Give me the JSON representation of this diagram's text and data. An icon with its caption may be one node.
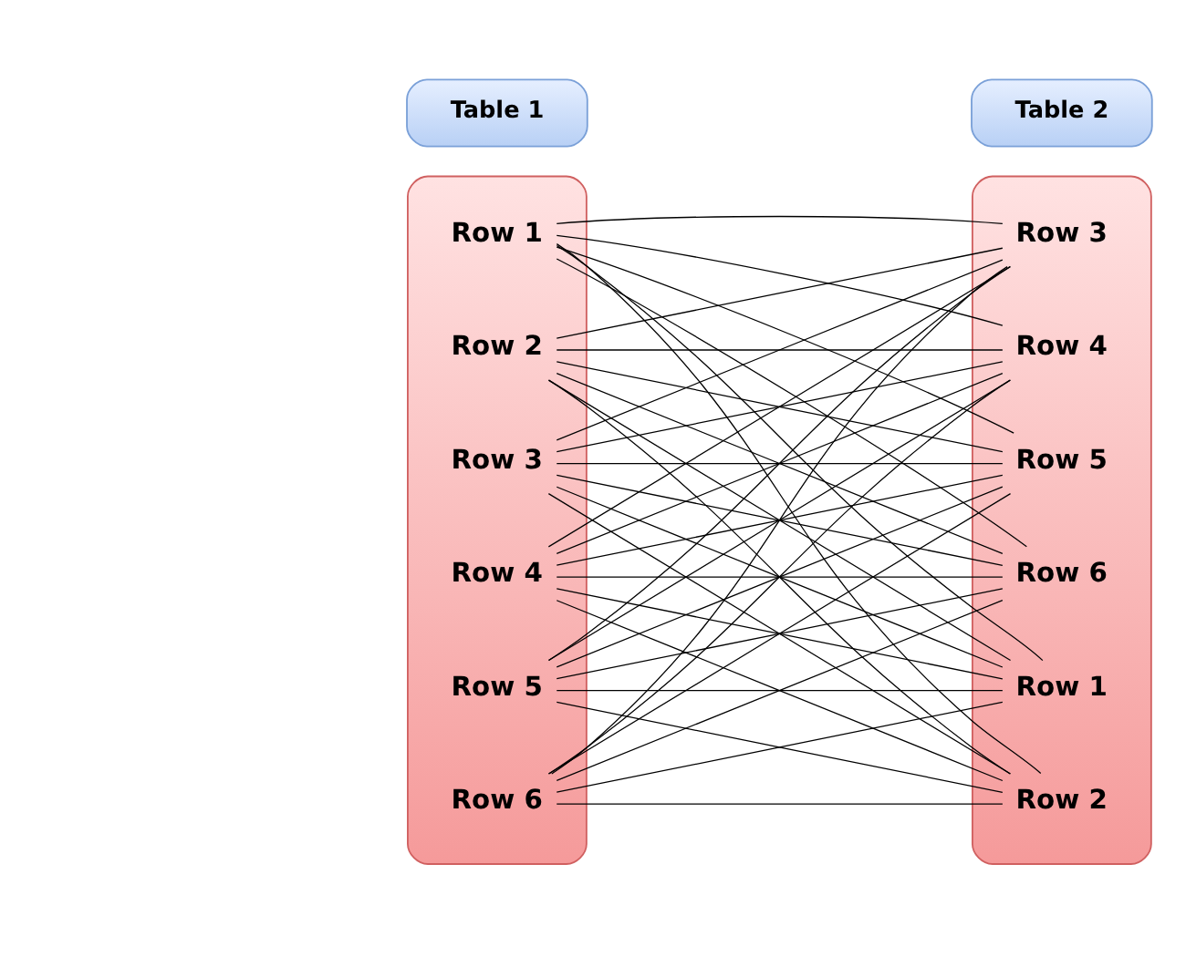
{
  "diagram": {
    "nodes": [
      {
        "text": [
          "Table 1"
        ]
      },
      {
        "text": [],
        "shape": "box"
      },
      {
        "text": [
          "Row 1"
        ],
        "in": 1
      },
      {
        "text": [
          "Row 2"
        ],
        "in": 1
      },
      {
        "text": [
          "Row 3"
        ],
        "in": 1
      },
      {
        "text": [
          "Row 4"
        ],
        "in": 1
      },
      {
        "text": [
          "Row 5"
        ],
        "in": 1
      },
      {
        "text": [
          "Row 6"
        ],
        "in": 1
      },
      {
        "text": [
          "Table 2"
        ]
      },
      {
        "text": [],
        "shape": "box"
      },
      {
        "text": [
          "Row 1"
        ],
        "in": 9
      },
      {
        "text": [
          "Row 2"
        ],
        "in": 9
      },
      {
        "text": [
          "Row 3"
        ],
        "in": 9
      },
      {
        "text": [
          "Row 4"
        ],
        "in": 9
      },
      {
        "text": [
          "Row 5"
        ],
        "in": 9
      },
      {
        "text": [
          "Row 6"
        ],
        "in": 9
      }
    ],
    "edges": [
      {
        "from": 2,
        "to": 10,
        "arrow": "none"
      },
      {
        "from": 2,
        "to": 11,
        "arrow": "none"
      },
      {
        "from": 2,
        "to": 12,
        "arrow": "none"
      },
      {
        "from": 2,
        "to": 13,
        "arrow": "none"
      },
      {
        "from": 2,
        "to": 14,
        "arrow": "none"
      },
      {
        "from": 2,
        "to": 15,
        "arrow": "none"
      },
      {
        "from": 3,
        "to": 10,
        "arrow": "none"
      },
      {
        "from": 3,
        "to": 11,
        "arrow": "none"
      },
      {
        "from": 3,
        "to": 12,
        "arrow": "none"
      },
      {
        "from": 3,
        "to": 13,
        "arrow": "none"
      },
      {
        "from": 3,
        "to": 14,
        "arrow": "none"
      },
      {
        "from": 3,
        "to": 15,
        "arrow": "none"
      },
      {
        "from": 4,
        "to": 10,
        "arrow": "none"
      },
      {
        "from": 4,
        "to": 11,
        "arrow": "none"
      },
      {
        "from": 4,
        "to": 12,
        "arrow": "none"
      },
      {
        "from": 4,
        "to": 13,
        "arrow": "none"
      },
      {
        "from": 4,
        "to": 14,
        "arrow": "none"
      },
      {
        "from": 4,
        "to": 15,
        "arrow": "none"
      },
      {
        "from": 5,
        "to": 10,
        "arrow": "none"
      },
      {
        "from": 5,
        "to": 11,
        "arrow": "none"
      },
      {
        "from": 5,
        "to": 12,
        "arrow": "none"
      },
      {
        "from": 5,
        "to": 13,
        "arrow": "none"
      },
      {
        "from": 5,
        "to": 14,
        "arrow": "none"
      },
      {
        "from": 5,
        "to": 15,
        "arrow": "none"
      },
      {
        "from": 6,
        "to": 10,
        "arrow": "none"
      },
      {
        "from": 6,
        "to": 11,
        "arrow": "none"
      },
      {
        "from": 6,
        "to": 12,
        "arrow": "none"
      },
      {
        "from": 6,
        "to": 13,
        "arrow": "none"
      },
      {
        "from": 6,
        "to": 14,
        "arrow": "none"
      },
      {
        "from": 6,
        "to": 15,
        "arrow": "none"
      },
      {
        "from": 7,
        "to": 10,
        "arrow": "none"
      },
      {
        "from": 7,
        "to": 11,
        "arrow": "none"
      },
      {
        "from": 7,
        "to": 12,
        "arrow": "none"
      },
      {
        "from": 7,
        "to": 13,
        "arrow": "none"
      },
      {
        "from": 7,
        "to": 14,
        "arrow": "none"
      },
      {
        "from": 7,
        "to": 15,
        "arrow": "none"
      }
    ]
  }
}
